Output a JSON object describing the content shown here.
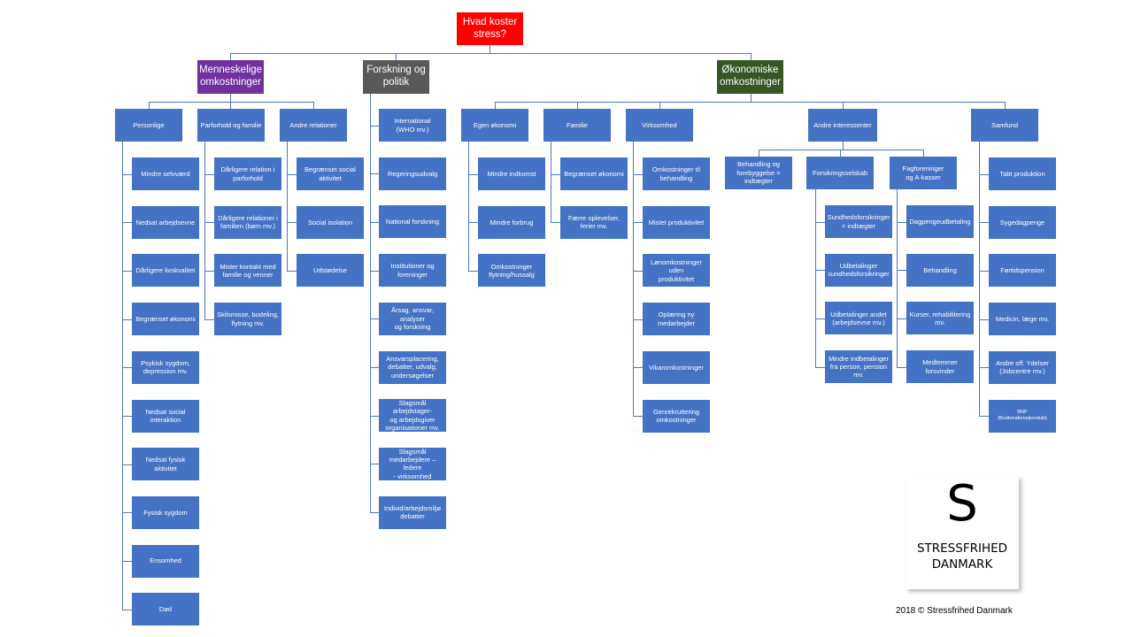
{
  "colors": {
    "root": "#ff0000",
    "human": "#7030a0",
    "research": "#595959",
    "economic": "#375623",
    "node": "#4472c4",
    "connector": "#4e79b8"
  },
  "diagram": {
    "root": {
      "label": "Hvad koster\nstress?"
    },
    "human": {
      "label": "Menneskelige\nomkostninger",
      "personal": {
        "label": "Personlige",
        "items": [
          "Mindre selvværd",
          "Nedsat arbejdsevne",
          "Dårligere livskvalitet",
          "Begrænset økonomi",
          "Psykisk sygdom,\ndepression mv.",
          "Nedsat social\ninteraktion",
          "Nedsat fysisk aktivitet",
          "Fysisk sygdom",
          "Ensomhed",
          "Død"
        ]
      },
      "family": {
        "label": "Parforhold og familie",
        "items": [
          "Dårligere relation i\nparforhold",
          "Dårligere relationer i\nfamilien (børn mv.)",
          "Mister kontakt med\nfamilie og venner",
          "Skilsmisse, bodeling,\nflytning mv."
        ]
      },
      "relations": {
        "label": "Andre relationer",
        "items": [
          "Begrænset social\naktivitet",
          "Social isolation",
          "Udstødelse"
        ]
      }
    },
    "research": {
      "label": "Forskning og\npolitik",
      "items": [
        "International\n(WHO mv.)",
        "Regeringsudvalg",
        "National forskning",
        "Institutioner og\nforeninger",
        "Årsag, ansvar, analyser\nog forskning",
        "Ansvarsplacering,\ndebatter, udvalg,\nundersøgelser",
        "Slagsmål arbejdstager-\nog arbejdsgiver\norganisationer mv.",
        "Slagsmål\nmedarbejdere – ledere\n- virksomhed",
        "Individ/arbejdsmiljø\ndebatter"
      ]
    },
    "economic": {
      "label": "Økonomiske\nomkostninger",
      "own": {
        "label": "Egen økonomi",
        "items": [
          "Mindre indkomst",
          "Mindre forbrug",
          "Omkostninger\nflytning/hussalg"
        ]
      },
      "family": {
        "label": "Familie",
        "items": [
          "Begrænset økonomi",
          "Færre oplevelser,\nferier mv."
        ]
      },
      "company": {
        "label": "Virksomhed",
        "items": [
          "Omkostninger til\nbehandling",
          "Mistet produktivitet",
          "Lønomkostninger uden\nproduktivitet",
          "Oplæring ny\nmedarbejder",
          "Vikaromkostninger",
          "Genrekruttering\nomkostninger"
        ]
      },
      "stakeholders": {
        "label": "Andre interessenter",
        "treatment": {
          "label": "Behandling og\nforebyggelse =\nindtægter"
        },
        "insurance": {
          "label": "Forsikringsselskab",
          "items": [
            "Sundhedsforsikringer\n= indtægter",
            "Udbetalinger\nsundhedsforsikringer",
            "Udbetalinger andet\n(arbejdsevne mv.)",
            "Mindre indbetalinger\nfra person, pension\nmv."
          ]
        },
        "unions": {
          "label": "Fagforeninger\nog A-kasser",
          "items": [
            "Dagpengeudbetaling",
            "Behandling",
            "Kurser, rehabilitering\nmv.",
            "Medlemmer forsvinder"
          ]
        }
      },
      "society": {
        "label": "Samfund",
        "items": [
          "Tabt produktion",
          "Sygedagpenge",
          "Førtidspension",
          "Medicin, læge mv.",
          "Andre off. Ydelser\n(Jobcentre mv.)",
          "BNP\n(Bruttonationalprodukt)"
        ]
      }
    }
  },
  "logo": {
    "letter": "S",
    "name": "STRESSFRIHED\nDANMARK"
  },
  "footer": {
    "copyright": "2018 © Stressfrihed Danmark"
  }
}
